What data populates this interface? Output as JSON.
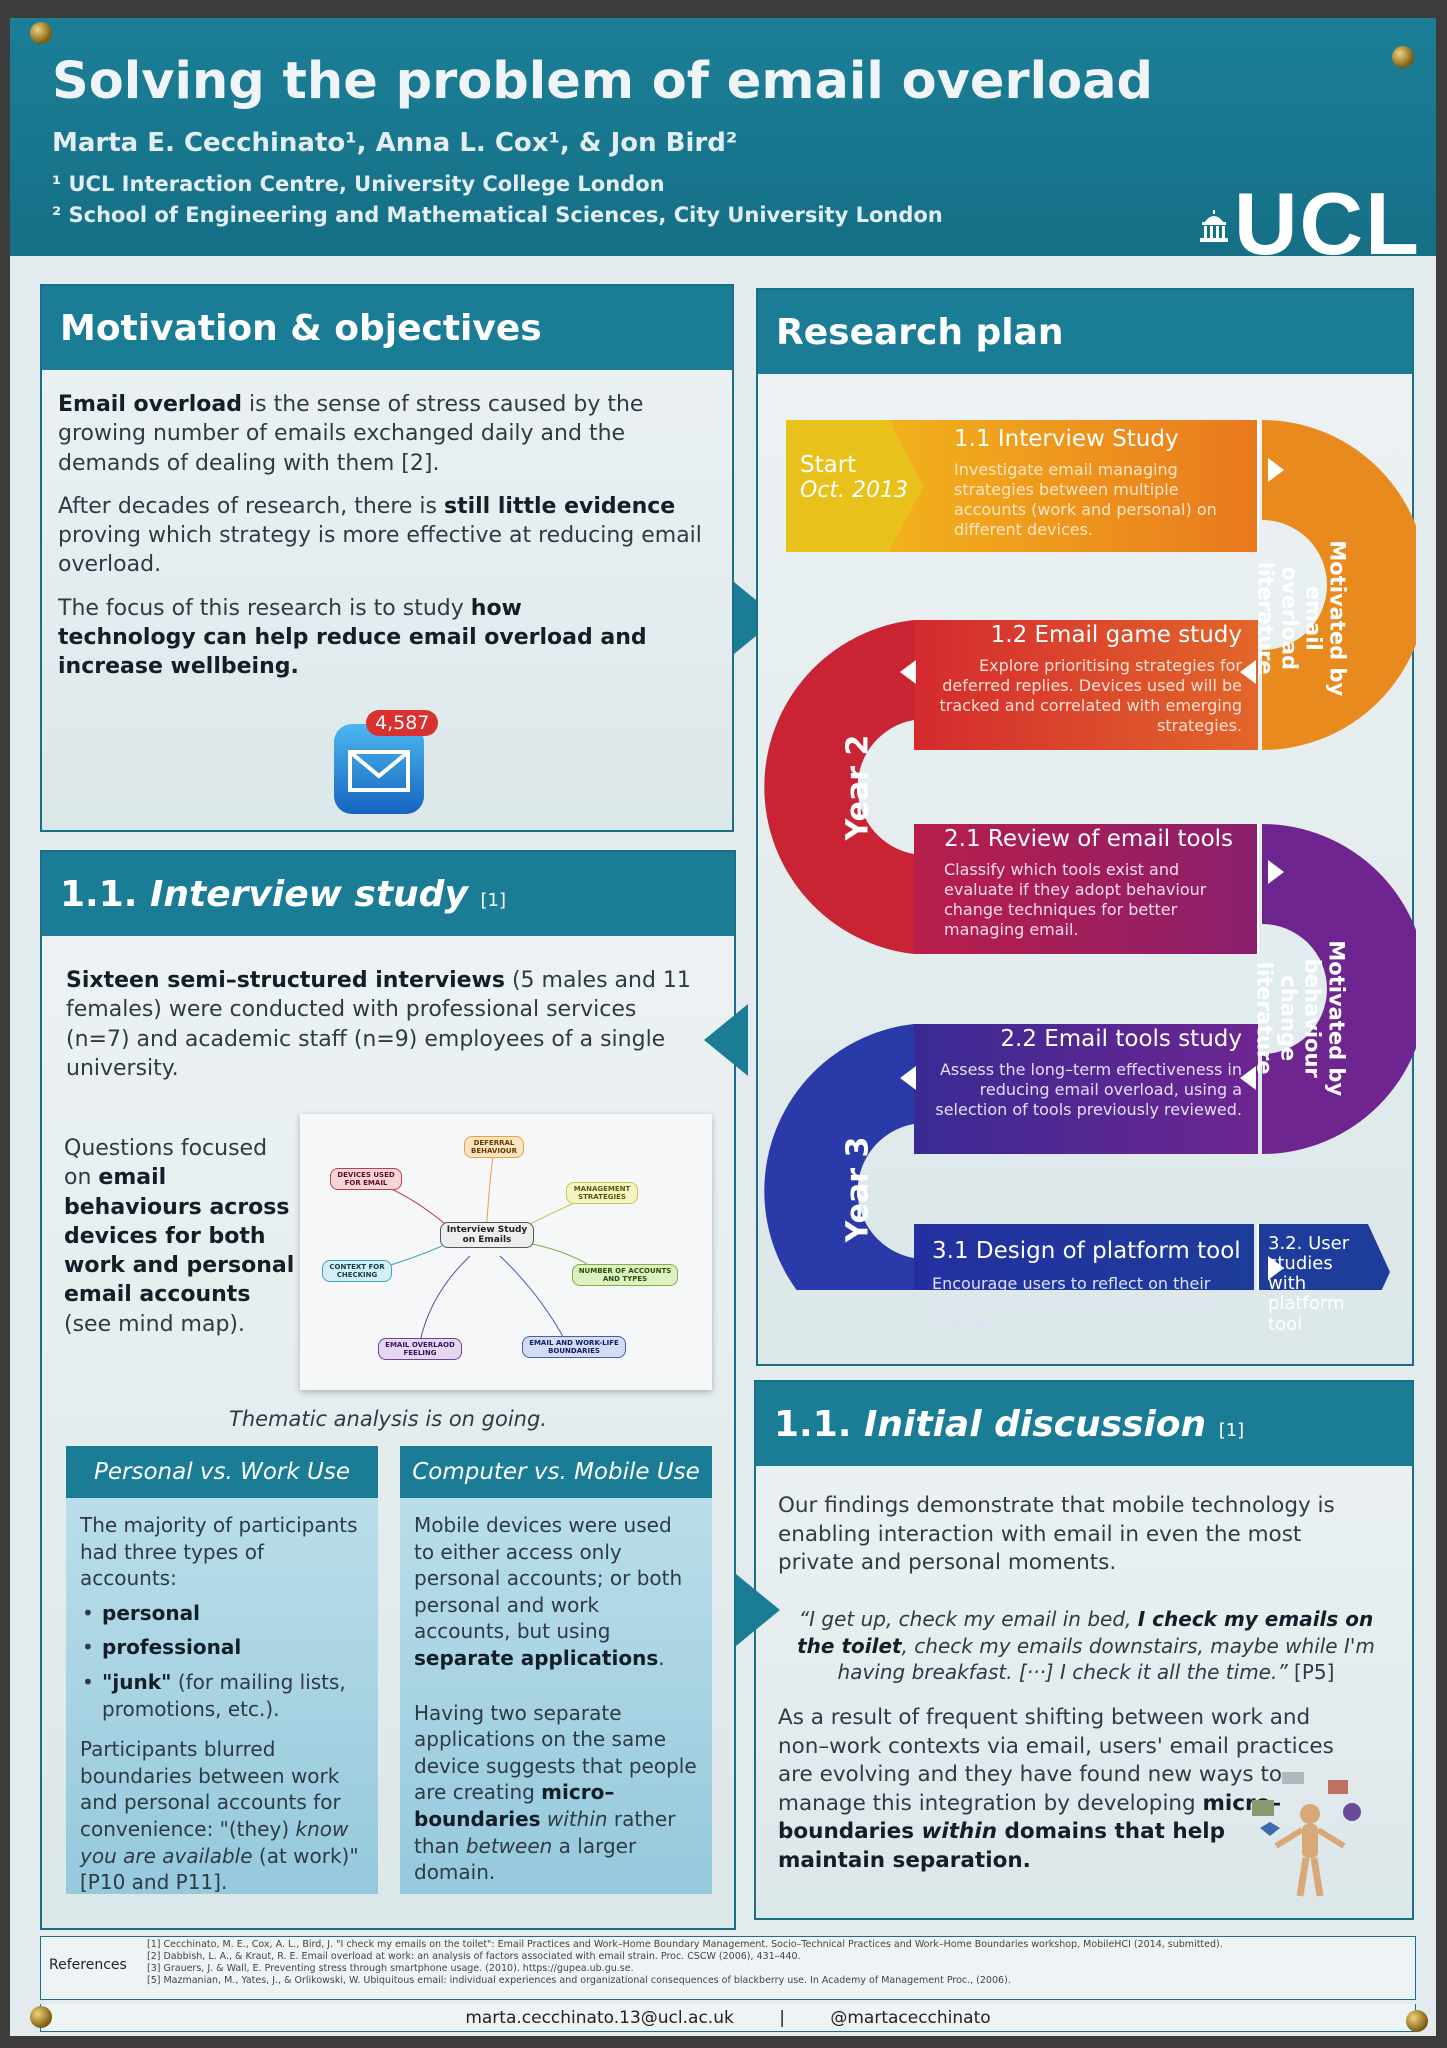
{
  "header": {
    "title": "Solving the problem of email overload",
    "authors": "Marta E. Cecchinato¹, Anna L. Cox¹, & Jon Bird²",
    "affiliation_1": "¹ UCL Interaction Centre, University College London",
    "affiliation_2": "² School of Engineering and Mathematical Sciences, City University London",
    "logo_text": "UCL"
  },
  "motivation": {
    "heading": "Motivation & objectives",
    "p1_bold": "Email overload",
    "p1_rest": " is the sense of stress caused by the growing number of emails exchanged daily and the demands of dealing with them [2].",
    "p2_start": "After decades of research, there is ",
    "p2_bold": "still little evidence",
    "p2_rest": " proving which strategy is more effective at reducing email overload.",
    "p3_start": "The focus of this research is to study ",
    "p3_bold": "how technology can help reduce email overload and increase wellbeing.",
    "badge_count": "4,587"
  },
  "interview": {
    "heading_num": "1.1.",
    "heading_title": "Interview study",
    "heading_ref": "[1]",
    "intro_bold": "Sixteen semi–structured interviews",
    "intro_rest": " (5 males and 11 females) were conducted with professional services (n=7) and academic staff (n=9) employees of a single university.",
    "questions_start": "Questions focused on ",
    "questions_bold": "email behaviours across devices for both work and personal email accounts",
    "questions_rest": " (see mind map).",
    "thematic": "Thematic analysis is on going.",
    "mindmap": {
      "center": "Interview Study on Emails",
      "nodes": [
        "DEFERRAL BEHAVIOUR",
        "MANAGEMENT STRATEGIES",
        "NUMBER OF ACCOUNTS AND TYPES",
        "EMAIL AND WORK-LIFE BOUNDARIES",
        "EMAIL OVERLAOD FEELING",
        "CONTEXT FOR CHECKING",
        "DEVICES USED FOR EMAIL"
      ]
    },
    "personal_work": {
      "heading": "Personal vs. Work Use",
      "intro": "The majority of participants had three types of accounts:",
      "b1": "personal",
      "b2": "professional",
      "b3_bold": "\"junk\"",
      "b3_rest": " (for mailing lists, promotions, etc.).",
      "p2_start": "Participants blurred boundaries between work and personal accounts for convenience:  \"(they) ",
      "p2_italic": "know you are available",
      "p2_rest": " (at work)\"  [P10 and P11]."
    },
    "computer_mobile": {
      "heading": "Computer vs. Mobile Use",
      "p1_start": "Mobile devices were used to either access only personal accounts; or both personal and work accounts, but using ",
      "p1_bold": "separate applications",
      "p1_end": ".",
      "p2_start": "Having two separate applications on the same device suggests that people are creating ",
      "p2_bold": "micro–boundaries",
      "p2_it1": " within",
      "p2_mid": " rather than ",
      "p2_it2": "between",
      "p2_end": " a larger domain."
    }
  },
  "plan": {
    "heading": "Research plan",
    "start_label": "Start",
    "start_date": "Oct. 2013",
    "year2": "Year 2",
    "year3": "Year 3",
    "motivated_1": "Motivated by email overload literature",
    "motivated_2": "Motivated by behaviour change literature",
    "steps": [
      {
        "title": "1.1 Interview Study",
        "desc": "Investigate email managing strategies between multiple accounts (work and personal) on different devices."
      },
      {
        "title": "1.2 Email game study",
        "desc": "Explore prioritising strategies for deferred replies. Devices used will be tracked and correlated with emerging strategies."
      },
      {
        "title": "2.1 Review of email tools",
        "desc": "Classify which tools exist and evaluate if they adopt behaviour change techniques for better managing email."
      },
      {
        "title": "2.2 Email tools study",
        "desc": "Assess the long–term effectiveness in reducing email overload, using a selection of tools previously reviewed."
      },
      {
        "title": "3.1 Design of platform tool",
        "desc": "Encourage users to reflect on their email habits and support behaviour change."
      }
    ],
    "final_step": "3.2. User studies with platform tool"
  },
  "discussion": {
    "heading_num": "1.1.",
    "heading_title": "Initial discussion",
    "heading_ref": "[1]",
    "p1": "Our findings demonstrate that mobile technology is enabling interaction with email in even the most private and personal moments.",
    "quote_start": "“I get up, check my email in bed, ",
    "quote_bold": "I check my emails on the toilet",
    "quote_rest": ", check my emails downstairs, maybe while I'm having breakfast. [···] I check it all the time.”",
    "quote_ref": " [P5]",
    "p2_start": "As a result of frequent shifting between work and non–work contexts via email, users' email practices are evolving and they have found new ways to manage this integration by developing ",
    "p2_bold1": "micro–boundaries ",
    "p2_bi": "within",
    "p2_bold2": " domains that help maintain separation."
  },
  "references": {
    "label": "References",
    "items": [
      "[1] Cecchinato, M. E., Cox, A. L., Bird, J. \"I check my emails on the toilet\": Email Practices and Work–Home Boundary Management. Socio–Technical Practices and Work–Home Boundaries workshop, MobileHCI (2014, submitted).",
      "[2] Dabbish, L. A., & Kraut, R. E. Email overload at work: an analysis of factors associated with email strain. Proc. CSCW (2006), 431–440.",
      "[3] Grauers, J. & Wall, E. Preventing stress through smartphone usage. (2010). https://gupea.ub.gu.se.",
      "[5] Mazmanian, M., Yates, J., & Orlikowski, W. Ubiquitous email: individual experiences and organizational consequences of blackberry use. In Academy of Management Proc., (2006)."
    ]
  },
  "contact": {
    "email": "marta.cecchinato.13@ucl.ac.uk",
    "separator": "|",
    "twitter": "@martacecchinato"
  },
  "colors": {
    "teal": "#1a7d95",
    "start": "#e8c21a",
    "step11": "#e98a1e",
    "step12": "#d9452a",
    "step21": "#a12065",
    "step22": "#6b2585",
    "step31": "#2d3a9c"
  }
}
